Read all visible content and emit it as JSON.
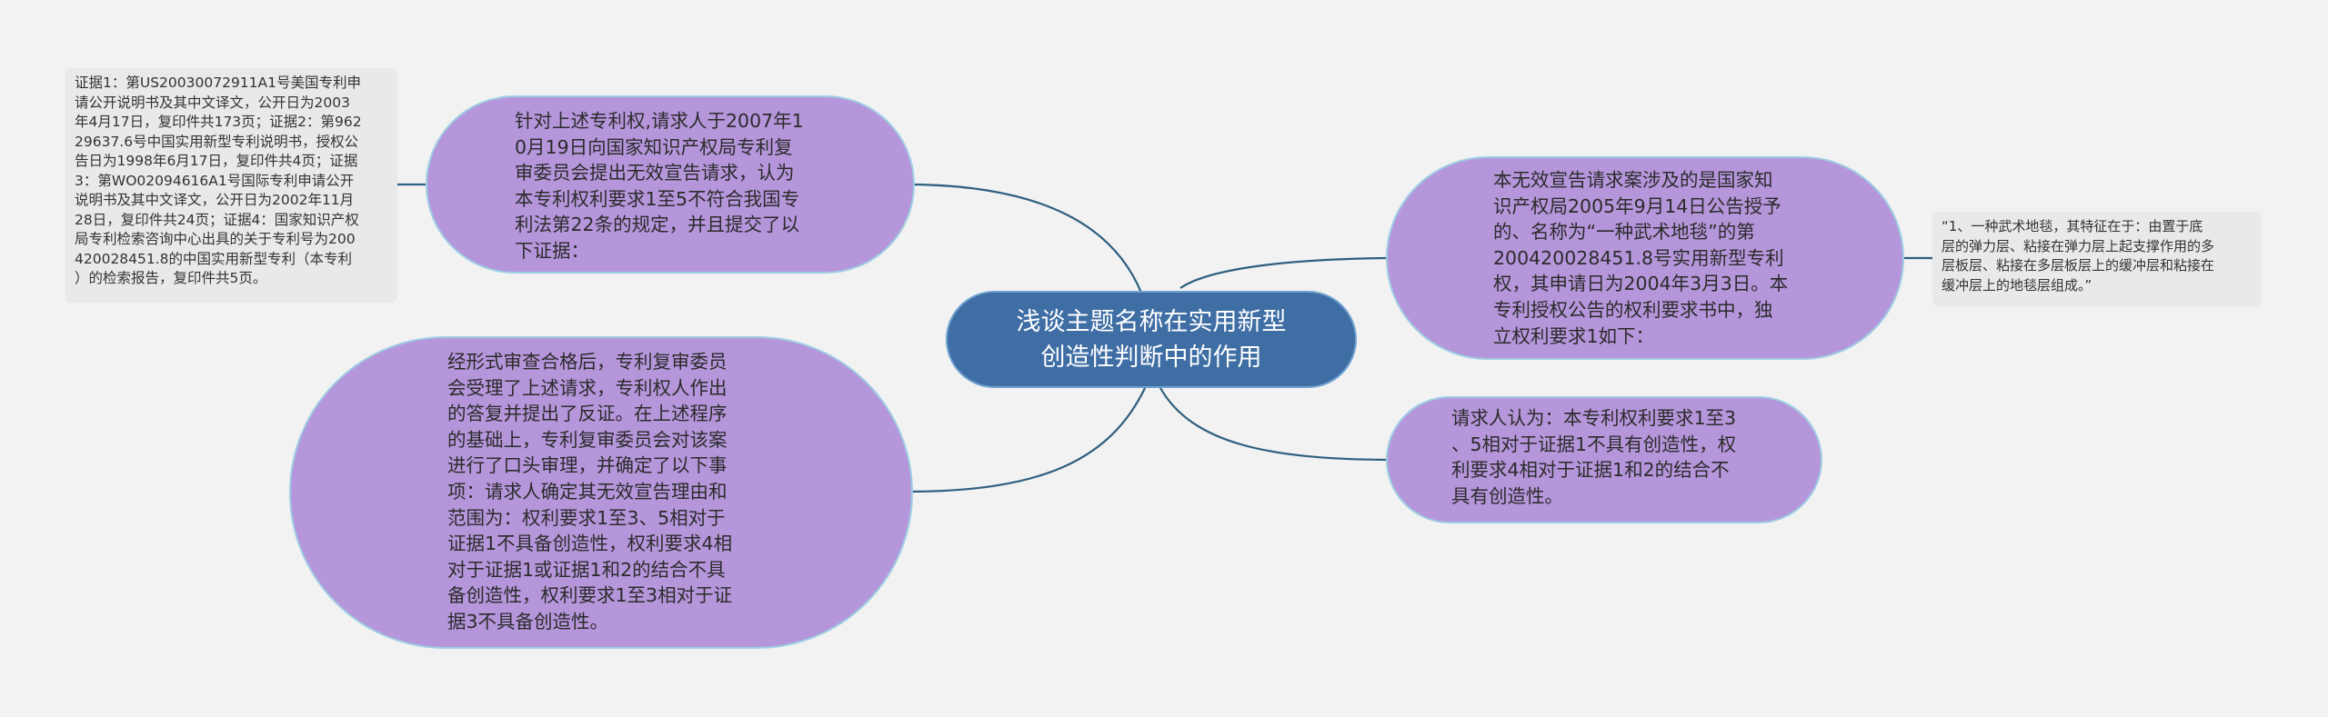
{
  "root": {
    "text": "浅谈主题名称在实用新型\n创造性判断中的作用"
  },
  "topics": {
    "top_left": "针对上述专利权,请求人于2007年1\n0月19日向国家知识产权局专利复\n审委员会提出无效宣告请求，认为\n本专利权利要求1至5不符合我国专\n利法第22条的规定，并且提交了以\n下证据：",
    "bottom_left": "经形式审查合格后，专利复审委员\n会受理了上述请求，专利权人作出\n的答复并提出了反证。在上述程序\n的基础上，专利复审委员会对该案\n进行了口头审理，并确定了以下事\n项：请求人确定其无效宣告理由和\n范围为：权利要求1至3、5相对于\n证据1不具备创造性，权利要求4相\n对于证据1或证据1和2的结合不具\n备创造性，权利要求1至3相对于证\n据3不具备创造性。",
    "top_right": "本无效宣告请求案涉及的是国家知\n识产权局2005年9月14日公告授予\n的、名称为“一种武术地毯”的第\n200420028451.8号实用新型专利\n权，其申请日为2004年3月3日。本\n专利授权公告的权利要求书中，独\n立权利要求1如下：",
    "bottom_right": "请求人认为：本专利权利要求1至3\n、5相对于证据1不具有创造性，权\n利要求4相对于证据1和2的结合不\n具有创造性。"
  },
  "notes": {
    "evidence": "证据1：第US20030072911A1号美国专利申\n请公开说明书及其中文译文，公开日为2003\n年4月17日，复印件共173页；证据2：第962\n29637.6号中国实用新型专利说明书，授权公\n告日为1998年6月17日，复印件共4页；证据\n3：第WO02094616A1号国际专利申请公开\n说明书及其中文译文，公开日为2002年11月\n28日，复印件共24页；证据4：国家知识产权\n局专利检索咨询中心出具的关于专利号为200\n420028451.8的中国实用新型专利（本专利\n）的检索报告，复印件共5页。",
    "claim": "“1、一种武术地毯，其特征在于：由置于底\n层的弹力层、粘接在弹力层上起支撑作用的多\n层板层、粘接在多层板层上的缓冲层和粘接在\n缓冲层上的地毯层组成。”"
  },
  "colors": {
    "background": "#f2f2f2",
    "root_fill": "#3f6ea5",
    "topic_fill": "#b596db",
    "topic_border": "#9ecde3",
    "note_fill": "#e9e9e9",
    "connector": "#2f5f80"
  }
}
